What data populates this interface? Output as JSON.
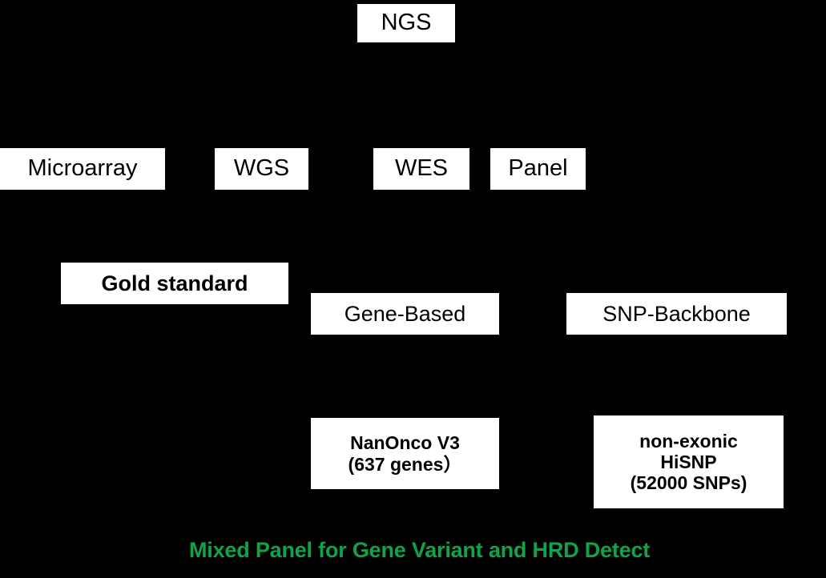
{
  "figure": {
    "background_color": "#000000",
    "node_fill": "#ffffff",
    "node_text_color": "#000000",
    "caption_color": "#11a24a"
  },
  "nodes": {
    "ngs": "NGS",
    "microarray": "Microarray",
    "wgs": "WGS",
    "wes": "WES",
    "panel": "Panel",
    "gold_standard": "Gold standard",
    "gene_based": "Gene-Based",
    "snp_backbone": "SNP-Backbone",
    "nanonco": "NanOnco V3\n(637 genes）",
    "hisnp": "non-exonic\nHiSNP\n(52000 SNPs)"
  },
  "caption": {
    "text": "Mixed Panel for Gene Variant and HRD Detect"
  }
}
